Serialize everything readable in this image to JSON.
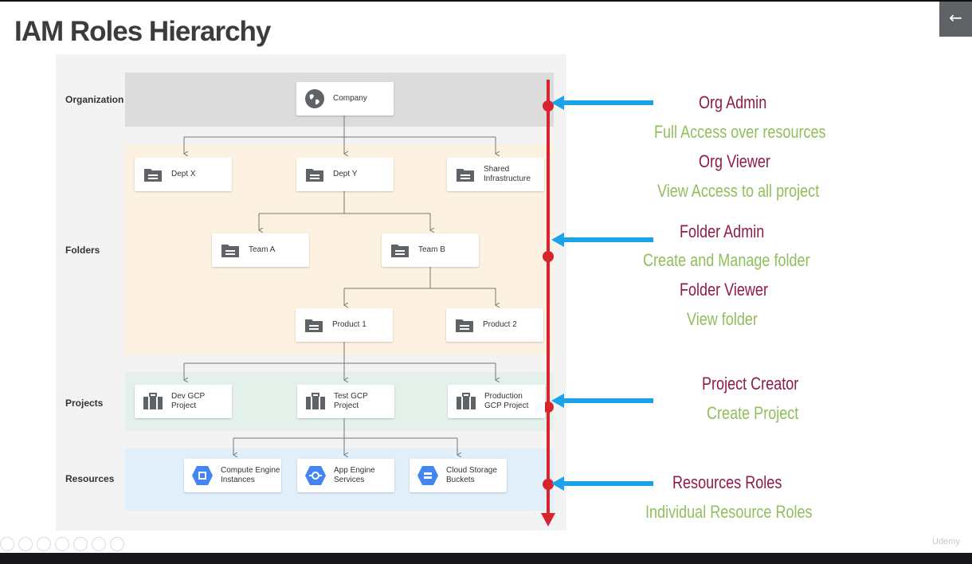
{
  "slide": {
    "title": "IAM Roles Hierarchy"
  },
  "controls": {
    "back_icon": "←"
  },
  "levels": {
    "organization": "Organization",
    "folders": "Folders",
    "projects": "Projects",
    "resources": "Resources"
  },
  "nodes": {
    "company": "Company",
    "dept_x": "Dept X",
    "dept_y": "Dept Y",
    "shared_infra": "Shared\nInfrastructure",
    "team_a": "Team A",
    "team_b": "Team B",
    "product_1": "Product 1",
    "product_2": "Product 2",
    "dev_project": "Dev GCP\nProject",
    "test_project": "Test GCP\nProject",
    "prod_project": "Production\nGCP Project",
    "compute_engine": "Compute Engine\nInstances",
    "app_engine": "App Engine\nServices",
    "cloud_storage": "Cloud Storage\nBuckets"
  },
  "roles": {
    "org_admin": "Org Admin",
    "org_admin_desc": "Full Access over resources",
    "org_viewer": "Org Viewer",
    "org_viewer_desc": "View Access to all project",
    "folder_admin": "Folder Admin",
    "folder_admin_desc": "Create and Manage folder",
    "folder_viewer": "Folder Viewer",
    "folder_viewer_desc": "View folder",
    "project_creator": "Project  Creator",
    "project_creator_desc": "Create Project",
    "resources_roles": "Resources Roles",
    "resources_roles_desc": "Individual Resource Roles"
  },
  "watermark": "Udemy",
  "colors": {
    "role_title": "#8f1a4c",
    "role_desc": "#8fc05c",
    "arrow_blue": "#1aa3e8",
    "timeline_red": "#d8242f"
  }
}
